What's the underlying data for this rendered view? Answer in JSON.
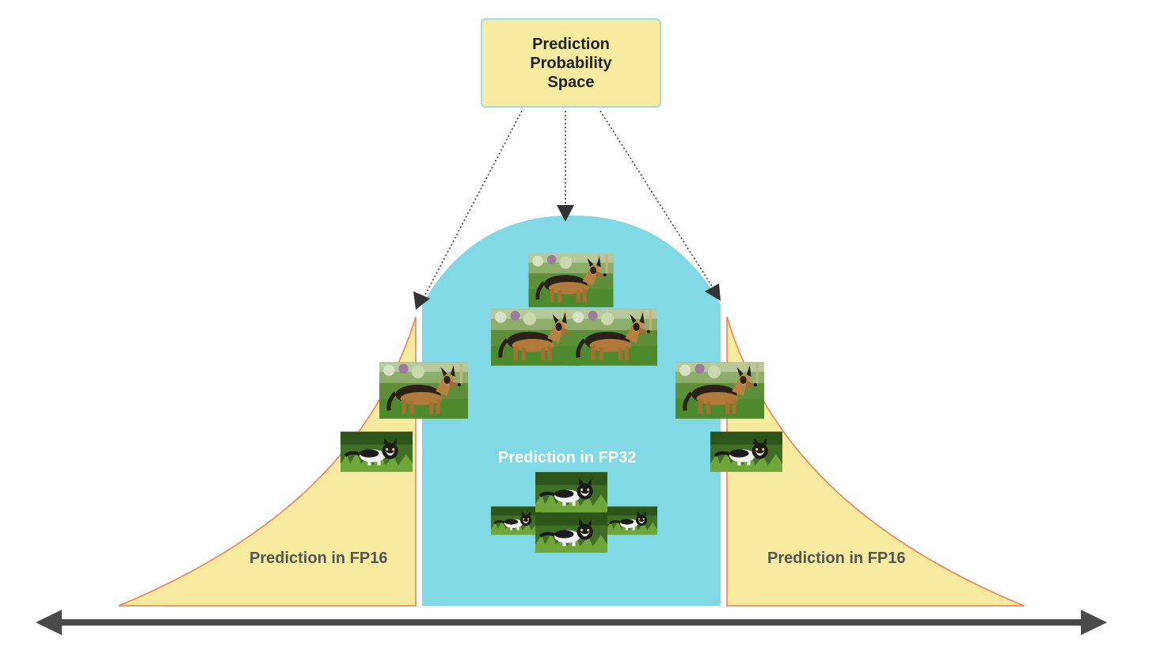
{
  "title_box": {
    "text": "Prediction\nProbability\nSpace"
  },
  "regions": {
    "left_fp16_label": "Prediction in FP16",
    "center_fp32_label": "Prediction in FP32",
    "right_fp16_label": "Prediction in FP16"
  },
  "colors": {
    "fp16_fill": "#f7eba0",
    "fp16_outline": "#ef7d4c",
    "fp32_fill": "#80d9e4",
    "axis": "#4a4a4a",
    "arrow": "#333333"
  },
  "icons": {
    "dog": "dog-photo-icon",
    "cat": "cat-photo-icon"
  }
}
